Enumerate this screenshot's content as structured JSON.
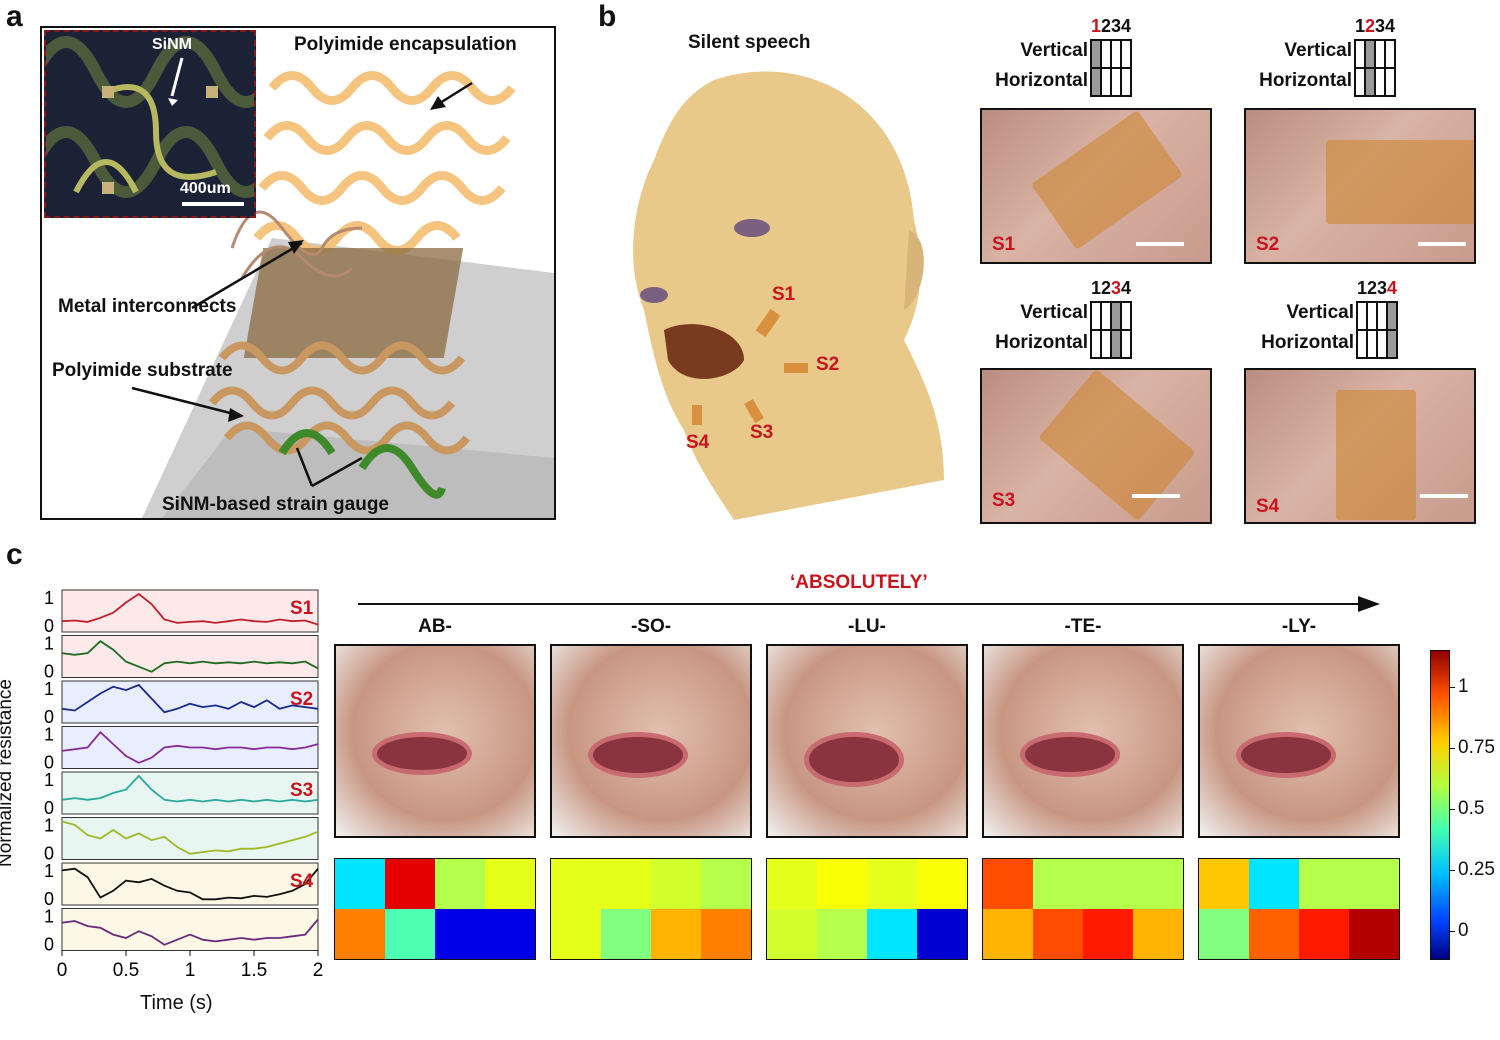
{
  "panels": {
    "a": "a",
    "b": "b",
    "c": "c"
  },
  "panel_a": {
    "inset_label": "SiNM",
    "scale": "400um",
    "labels": {
      "encapsulation": "Polyimide encapsulation",
      "interconnects": "Metal interconnects",
      "substrate": "Polyimide substrate",
      "gauge": "SiNM-based strain gauge"
    }
  },
  "panel_b": {
    "title": "Silent speech",
    "sensors": [
      "S1",
      "S2",
      "S3",
      "S4"
    ],
    "row_labels": {
      "vertical": "Vertical",
      "horizontal": "Horizontal"
    },
    "columns": [
      "1",
      "2",
      "3",
      "4"
    ],
    "active_columns": [
      1,
      2,
      3,
      4
    ],
    "photo_labels": [
      "S1",
      "S2",
      "S3",
      "S4"
    ]
  },
  "panel_c": {
    "word": "‘ABSOLUTELY’",
    "syllables": [
      "AB-",
      "-SO-",
      "-LU-",
      "-TE-",
      "-LY-"
    ],
    "ylabel": "Normalized resistance",
    "xlabel": "Time (s)",
    "xticks": [
      "0",
      "0.5",
      "1",
      "1.5",
      "2"
    ],
    "ytick_hi": "1",
    "ytick_lo": "0",
    "group_labels": [
      "S1",
      "S2",
      "S3",
      "S4"
    ],
    "colorbar_ticks": [
      "1",
      "0.75",
      "0.5",
      "0.25",
      "0"
    ],
    "colors": {
      "bg_s1": "#fde9e9",
      "bg_s2": "#e8eefb",
      "bg_s3": "#e7f6f0",
      "bg_s4": "#fdf8e6"
    }
  },
  "chart_data": [
    {
      "type": "line",
      "xlabel": "Time (s)",
      "ylabel": "Normalized resistance",
      "xlim": [
        0,
        2
      ],
      "ylim": [
        0,
        1
      ],
      "x": [
        0,
        0.1,
        0.2,
        0.3,
        0.4,
        0.5,
        0.6,
        0.7,
        0.8,
        0.9,
        1.0,
        1.1,
        1.2,
        1.3,
        1.4,
        1.5,
        1.6,
        1.7,
        1.8,
        1.9,
        2.0
      ],
      "series": [
        {
          "values": [
            0.2,
            0.22,
            0.18,
            0.3,
            0.45,
            0.75,
            1.0,
            0.7,
            0.25,
            0.15,
            0.18,
            0.2,
            0.15,
            0.2,
            0.25,
            0.2,
            0.18,
            0.25,
            0.2,
            0.22,
            0.1
          ],
          "color": "#c0202a"
        },
        {
          "values": [
            0.6,
            0.55,
            0.6,
            0.95,
            0.7,
            0.35,
            0.2,
            0.05,
            0.3,
            0.35,
            0.3,
            0.35,
            0.3,
            0.33,
            0.3,
            0.35,
            0.3,
            0.33,
            0.3,
            0.35,
            0.15
          ],
          "color": "#1f6b1f"
        },
        {
          "values": [
            0.3,
            0.25,
            0.5,
            0.75,
            0.95,
            0.85,
            1.0,
            0.6,
            0.2,
            0.3,
            0.45,
            0.35,
            0.4,
            0.3,
            0.5,
            0.35,
            0.55,
            0.3,
            0.4,
            0.35,
            0.3
          ],
          "color": "#1a2a8c"
        },
        {
          "values": [
            0.4,
            0.45,
            0.5,
            0.95,
            0.6,
            0.25,
            0.05,
            0.2,
            0.5,
            0.55,
            0.5,
            0.5,
            0.45,
            0.5,
            0.5,
            0.45,
            0.5,
            0.5,
            0.45,
            0.5,
            0.6
          ],
          "color": "#8a2a9a"
        },
        {
          "values": [
            0.3,
            0.35,
            0.3,
            0.35,
            0.5,
            0.6,
            1.0,
            0.6,
            0.3,
            0.25,
            0.3,
            0.25,
            0.3,
            0.25,
            0.3,
            0.25,
            0.3,
            0.25,
            0.3,
            0.25,
            0.3
          ],
          "color": "#2aa8a0"
        },
        {
          "values": [
            1.0,
            0.9,
            0.6,
            0.5,
            0.75,
            0.5,
            0.65,
            0.45,
            0.55,
            0.25,
            0.05,
            0.1,
            0.15,
            0.12,
            0.2,
            0.2,
            0.25,
            0.35,
            0.45,
            0.55,
            0.7
          ],
          "color": "#a0b828"
        },
        {
          "values": [
            0.9,
            0.95,
            0.7,
            0.1,
            0.3,
            0.6,
            0.55,
            0.65,
            0.45,
            0.3,
            0.25,
            0.05,
            0.05,
            0.1,
            0.08,
            0.15,
            0.12,
            0.2,
            0.3,
            0.5,
            0.95
          ],
          "color": "#111111"
        },
        {
          "values": [
            0.7,
            0.75,
            0.6,
            0.55,
            0.35,
            0.25,
            0.45,
            0.3,
            0.05,
            0.2,
            0.35,
            0.2,
            0.15,
            0.2,
            0.25,
            0.2,
            0.25,
            0.25,
            0.3,
            0.35,
            0.8
          ],
          "color": "#6a2a7a"
        }
      ]
    },
    {
      "type": "heatmap",
      "rows": [
        "Vertical",
        "Horizontal"
      ],
      "columns": [
        "1",
        "2",
        "3",
        "4"
      ],
      "categories": [
        "AB-",
        "-SO-",
        "-LU-",
        "-TE-",
        "-LY-"
      ],
      "clim": [
        0,
        1
      ],
      "values": [
        [
          [
            0.35,
            0.9,
            0.55,
            0.6
          ],
          [
            0.75,
            0.45,
            0.1,
            0.1
          ]
        ],
        [
          [
            0.6,
            0.6,
            0.58,
            0.55
          ],
          [
            0.6,
            0.5,
            0.7,
            0.75
          ]
        ],
        [
          [
            0.6,
            0.62,
            0.6,
            0.62
          ],
          [
            0.58,
            0.55,
            0.35,
            0.08
          ]
        ],
        [
          [
            0.8,
            0.55,
            0.55,
            0.55
          ],
          [
            0.7,
            0.8,
            0.85,
            0.7
          ]
        ],
        [
          [
            0.68,
            0.35,
            0.55,
            0.55
          ],
          [
            0.5,
            0.78,
            0.85,
            0.95
          ]
        ]
      ]
    }
  ]
}
